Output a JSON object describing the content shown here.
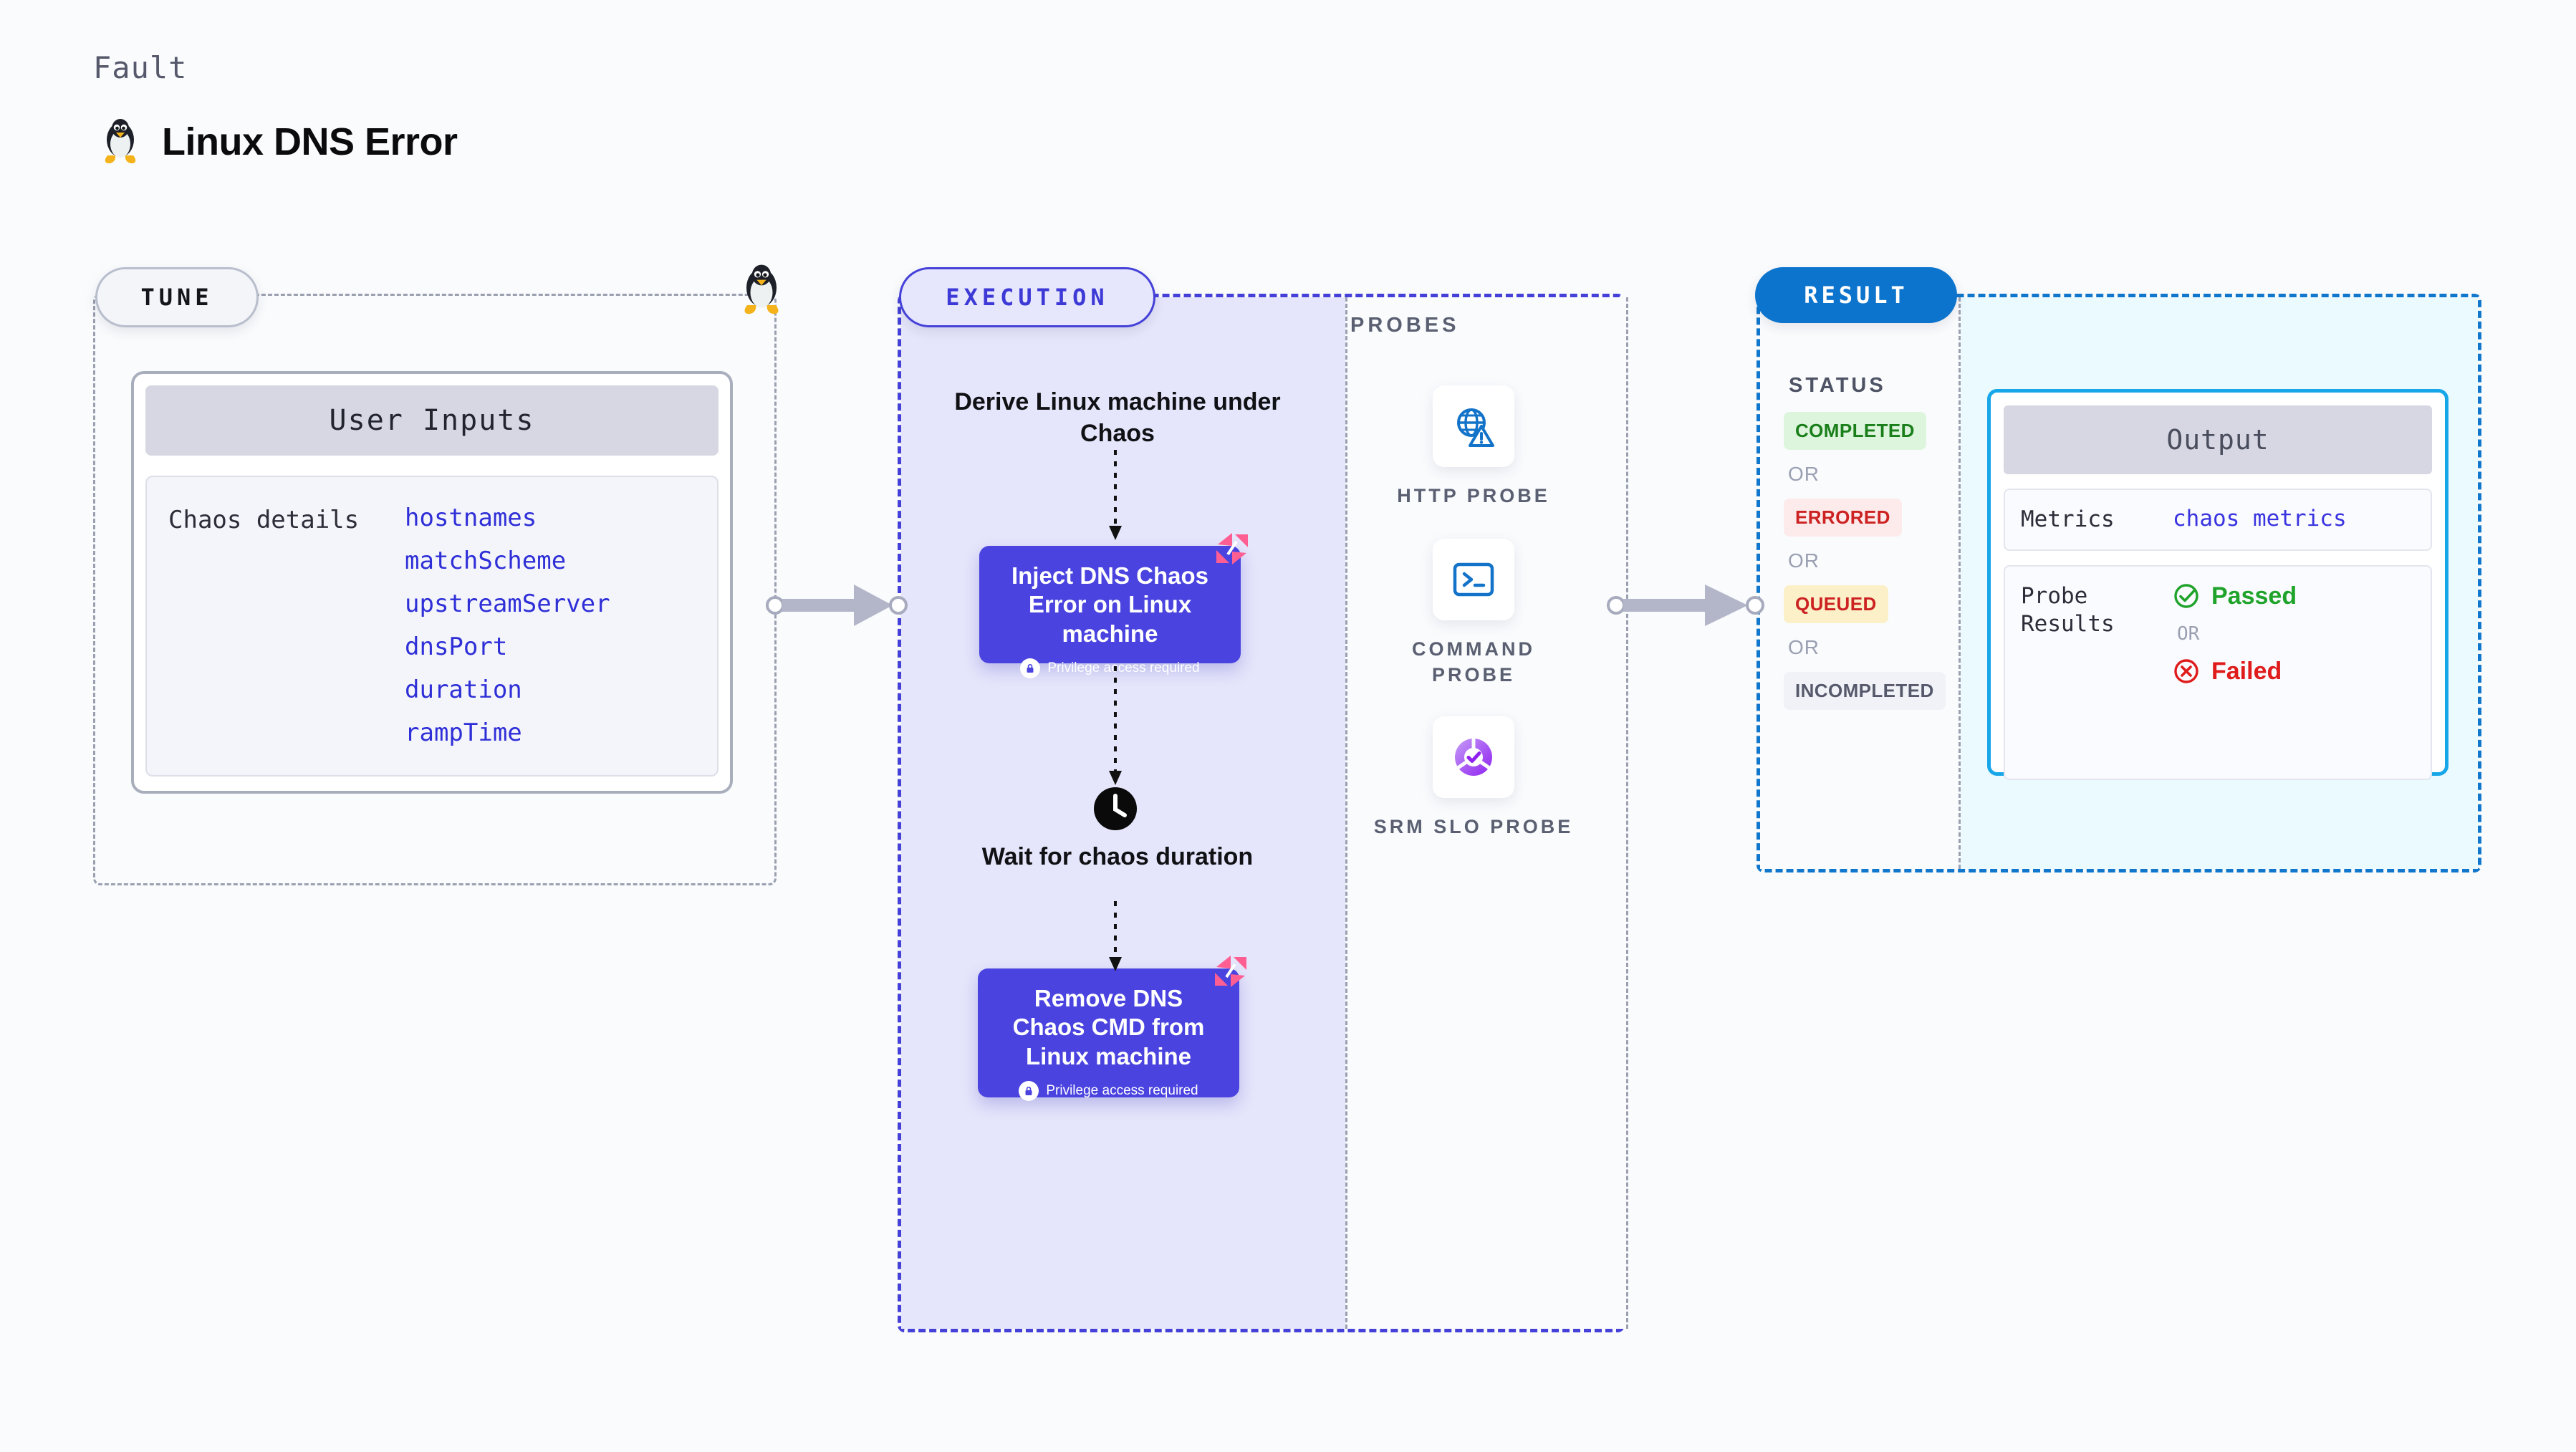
{
  "header": {
    "kicker": "Fault",
    "title": "Linux DNS Error",
    "icon": "linux-tux-icon"
  },
  "tune": {
    "pill_label": "TUNE",
    "card_title": "User Inputs",
    "details_label": "Chaos details",
    "inputs": [
      "hostnames",
      "matchScheme",
      "upstreamServer",
      "dnsPort",
      "duration",
      "rampTime"
    ]
  },
  "execution": {
    "pill_label": "EXECUTION",
    "derive_step": "Derive Linux machine under Chaos",
    "inject_step": {
      "title": "Inject DNS Chaos Error on Linux machine",
      "note": "Privilege access required"
    },
    "wait_step": "Wait for chaos duration",
    "remove_step": {
      "title": "Remove DNS Chaos CMD from Linux machine",
      "note": "Privilege access required"
    }
  },
  "probes": {
    "label": "PROBES",
    "items": [
      {
        "name": "HTTP PROBE",
        "icon": "globe-warning-icon"
      },
      {
        "name": "COMMAND PROBE",
        "icon": "terminal-icon"
      },
      {
        "name": "SRM SLO PROBE",
        "icon": "slo-check-icon"
      }
    ]
  },
  "result": {
    "pill_label": "RESULT",
    "status_label": "STATUS",
    "or_label": "OR",
    "statuses": [
      {
        "text": "COMPLETED",
        "bg": "#dcf5dc",
        "fg": "#1a7f1a"
      },
      {
        "text": "ERRORED",
        "bg": "#fdeaea",
        "fg": "#cc2222"
      },
      {
        "text": "QUEUED",
        "bg": "#fcf0c8",
        "fg": "#cc2222"
      },
      {
        "text": "INCOMPLETED",
        "bg": "#f1f2f7",
        "fg": "#56596b"
      }
    ],
    "output": {
      "title": "Output",
      "metrics_key": "Metrics",
      "metrics_value": "chaos metrics",
      "probe_results_key": "Probe Results",
      "passed_label": "Passed",
      "failed_label": "Failed",
      "or_label": "OR"
    }
  },
  "colors": {
    "accent_purple": "#4a43df",
    "accent_blue": "#0d74cd",
    "accent_cyan": "#17a6e8",
    "chaos_pink": "#ff5e92",
    "pass_green": "#1fa32b",
    "fail_red": "#e01b1b"
  }
}
